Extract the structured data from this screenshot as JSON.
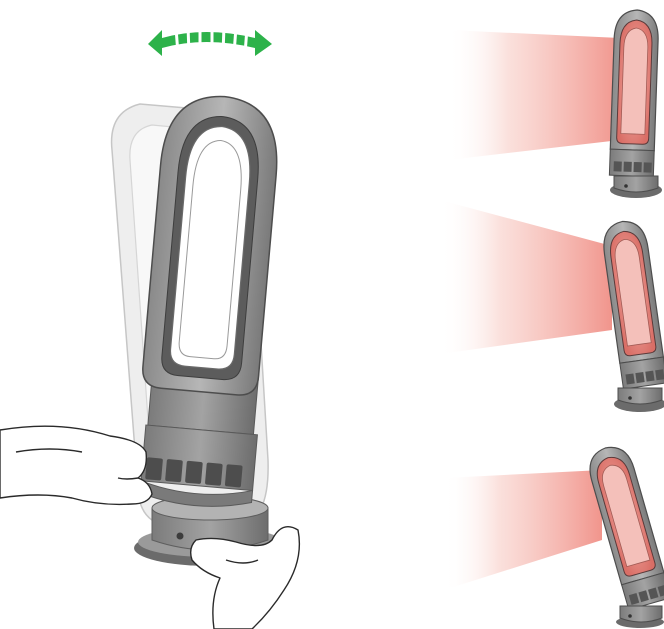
{
  "illustration": {
    "main_heater": {
      "body_color": "#8f8f8f",
      "body_dark_color": "#6e6e6e",
      "ghost_color": "#d8d8d8"
    },
    "oscillation_arrow": {
      "color": "#2db24a",
      "icon": "oscillation-arrows-icon"
    },
    "tilt_positions": [
      {
        "id": "upper",
        "tilt_label": ""
      },
      {
        "id": "middle",
        "tilt_label": ""
      },
      {
        "id": "lower",
        "tilt_label": ""
      }
    ],
    "heat_beam": {
      "inner_color": "#f3a9a1",
      "outer_color": "#ffffff"
    }
  }
}
